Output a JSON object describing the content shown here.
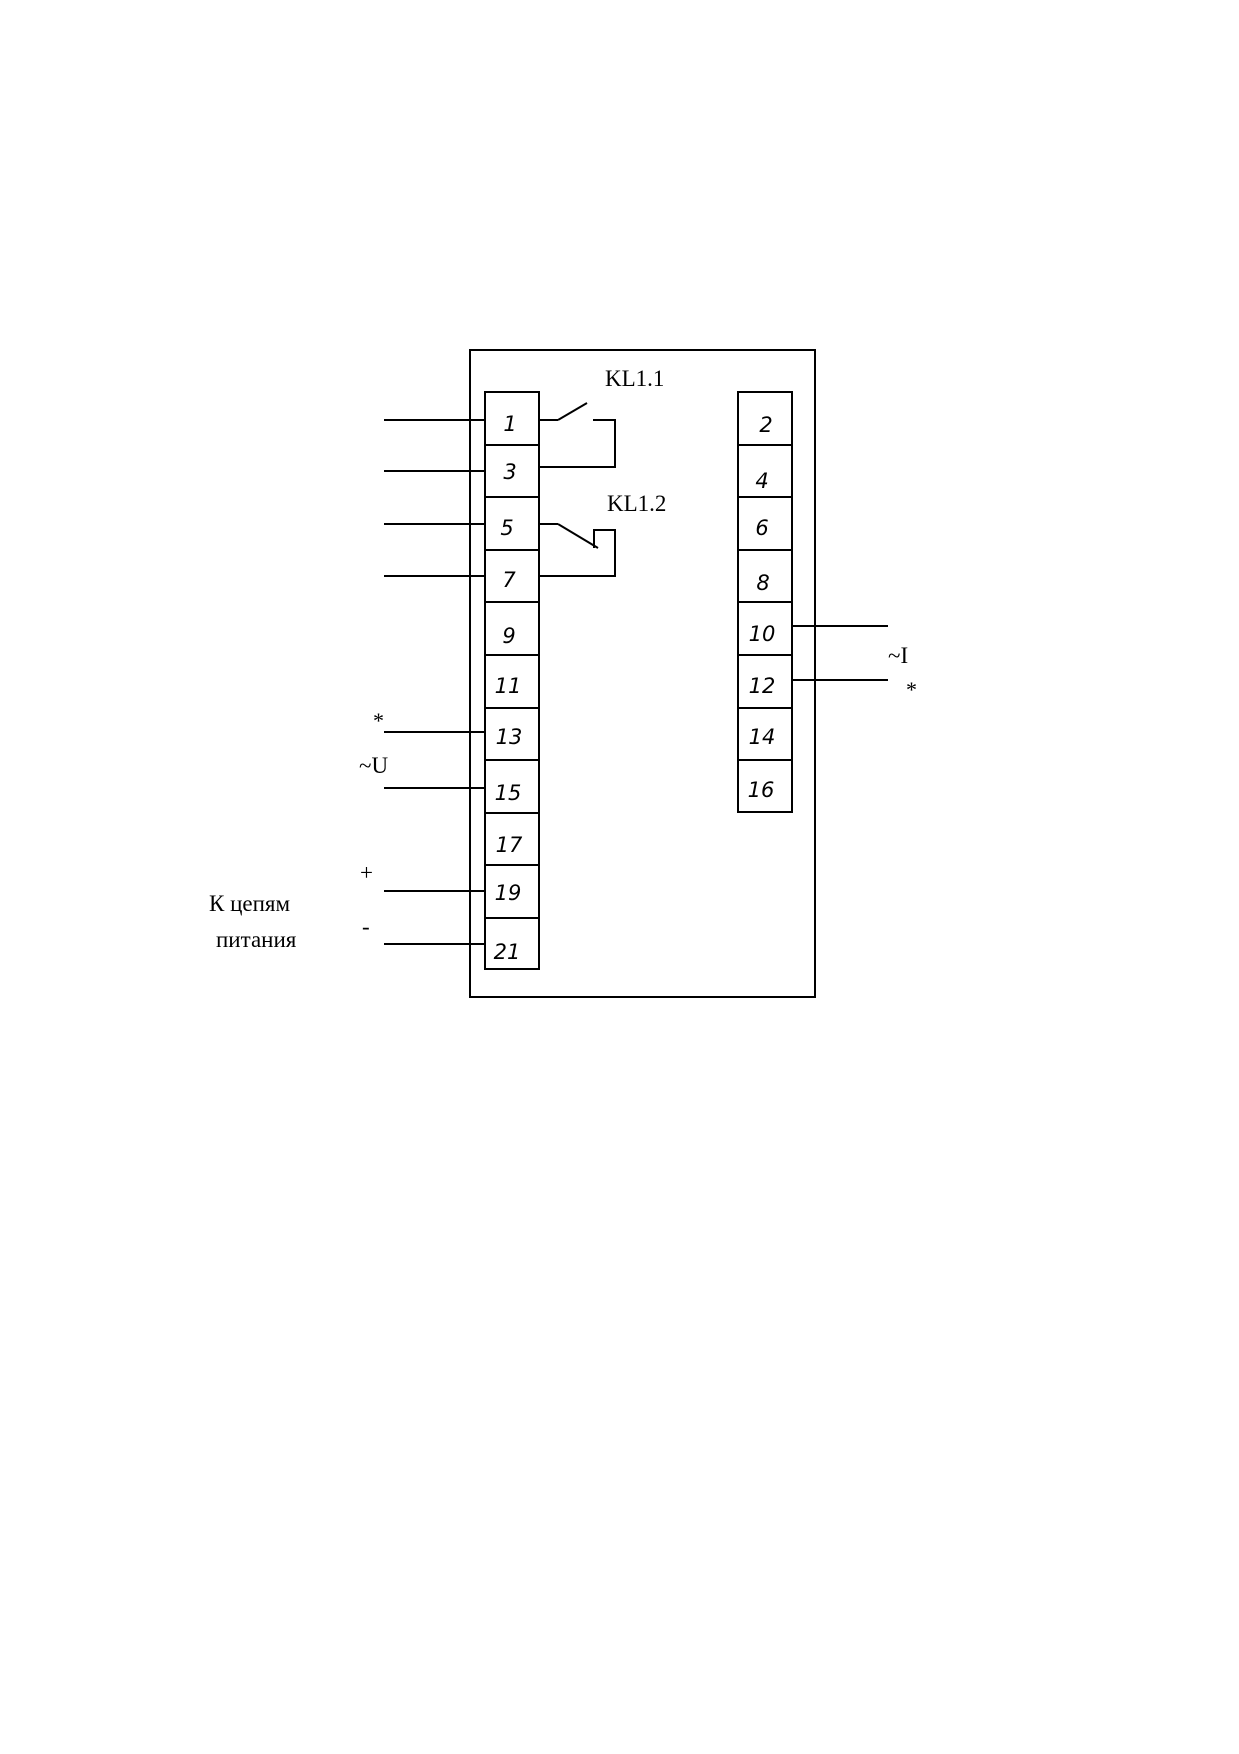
{
  "relays": {
    "kl1_label": "KL1.1",
    "kl2_label": "KL1.2"
  },
  "left_terminals": [
    "1",
    "3",
    "5",
    "7",
    "9",
    "11",
    "13",
    "15",
    "17",
    "19",
    "21"
  ],
  "right_terminals": [
    "2",
    "4",
    "6",
    "8",
    "10",
    "12",
    "14",
    "16"
  ],
  "voltage": {
    "polarity_mark": "*",
    "label": "~U"
  },
  "current": {
    "label": "~I",
    "polarity_mark": "*"
  },
  "power": {
    "plus": "+",
    "minus": "-",
    "label_line1": "К цепям",
    "label_line2": "питания"
  }
}
